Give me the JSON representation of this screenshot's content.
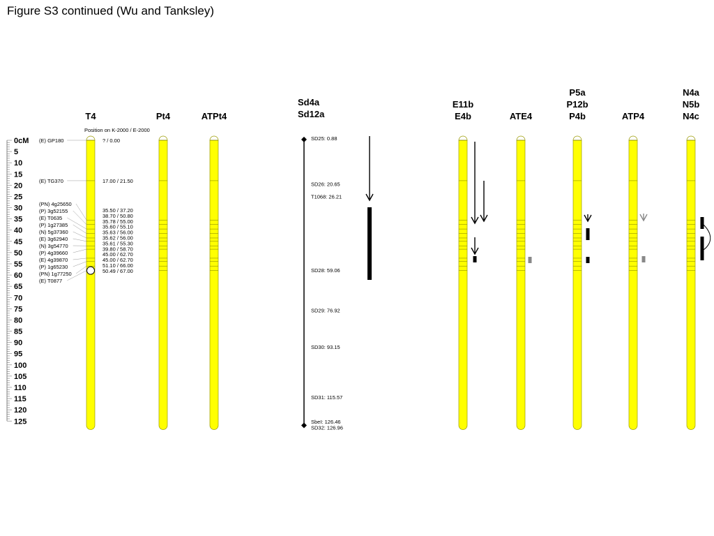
{
  "figure_title": "Figure S3 continued (Wu and Tanksley)",
  "colors": {
    "chromosome_fill": "#ffff00",
    "chromosome_stroke": "#9a9a00",
    "line": "#000000",
    "leader": "#999999",
    "gray_block": "#888888"
  },
  "position_header": "Position on K-2000 /  E-2000",
  "scale": {
    "unit_label": "0cM",
    "max": 125,
    "major_step": 5,
    "ticks": [
      0,
      5,
      10,
      15,
      20,
      25,
      30,
      35,
      40,
      45,
      50,
      55,
      60,
      65,
      70,
      75,
      80,
      85,
      90,
      95,
      100,
      105,
      110,
      115,
      120,
      125
    ]
  },
  "chromosome_range": [
    0,
    126.96
  ],
  "chromosomes": [
    {
      "id": "t4",
      "label_lines": [
        "T4"
      ]
    },
    {
      "id": "pt4",
      "label_lines": [
        "Pt4"
      ]
    },
    {
      "id": "atpt4",
      "label_lines": [
        "ATPt4"
      ]
    },
    {
      "id": "e11b",
      "label_lines": [
        "E11b",
        "E4b"
      ]
    },
    {
      "id": "ate4",
      "label_lines": [
        "ATE4"
      ]
    },
    {
      "id": "p5a",
      "label_lines": [
        "P5a",
        "P12b",
        "P4b"
      ]
    },
    {
      "id": "atp4",
      "label_lines": [
        "ATP4"
      ]
    },
    {
      "id": "n4a",
      "label_lines": [
        "N4a",
        "N5b",
        "N4c"
      ]
    }
  ],
  "markers": [
    {
      "name": "(E) GP180",
      "pos_label": "? / 0.00",
      "cm": 0
    },
    {
      "name": "(E) TG370",
      "pos_label": "17.00 / 21.50",
      "cm": 18
    },
    {
      "name": "(PN) 4g25650",
      "pos_label": "35.50 / 37.20",
      "cm": 35.5
    },
    {
      "name": "(P) 3g52155",
      "pos_label": "38.70 / 50.80",
      "cm": 37.5
    },
    {
      "name": "(E) T0635",
      "pos_label": "35.78 / 55.00",
      "cm": 39.5
    },
    {
      "name": "(P) 1g27385",
      "pos_label": "35.60 / 55.10",
      "cm": 41.5
    },
    {
      "name": "(N) 5g37360",
      "pos_label": "35.63 / 56.00",
      "cm": 43.5
    },
    {
      "name": "(E) 3g62940",
      "pos_label": "35.62 / 56.00",
      "cm": 45
    },
    {
      "name": "(N) 3g54770",
      "pos_label": "35.61 / 55.30",
      "cm": 47
    },
    {
      "name": "(P) 4g39660",
      "pos_label": "39.80 / 58.70",
      "cm": 48.5
    },
    {
      "name": "(E) 4g39870",
      "pos_label": "45.00 / 62.70",
      "cm": 52.5
    },
    {
      "name": "(P) 1g65230",
      "pos_label": "45.00 / 62.70",
      "cm": 54
    },
    {
      "name": "(PN) 1g77250",
      "pos_label": "51.10 / 66.00",
      "cm": 56
    },
    {
      "name": "(E) T0877",
      "pos_label": "50.49 / 67.00",
      "cm": 58
    }
  ],
  "centromere_cm": 58,
  "sd_map": {
    "label_lines": [
      "Sd4a",
      "Sd12a"
    ],
    "range": [
      0.88,
      126.96
    ],
    "markers": [
      {
        "label": "SD25: 0.88",
        "cm": 0.88
      },
      {
        "label": "SD26: 20.65",
        "cm": 20.65
      },
      {
        "label": "T1068: 26.21",
        "cm": 26.21
      },
      {
        "label": "SD28: 59.06",
        "cm": 59.06
      },
      {
        "label": "SD29: 76.92",
        "cm": 76.92
      },
      {
        "label": "SD30: 93.15",
        "cm": 93.15
      },
      {
        "label": "SD31: 115.57",
        "cm": 115.57
      },
      {
        "label": "SbeI: 126.46",
        "cm": 126.46
      },
      {
        "label": "SD32: 126.96",
        "cm": 126.96
      }
    ]
  }
}
